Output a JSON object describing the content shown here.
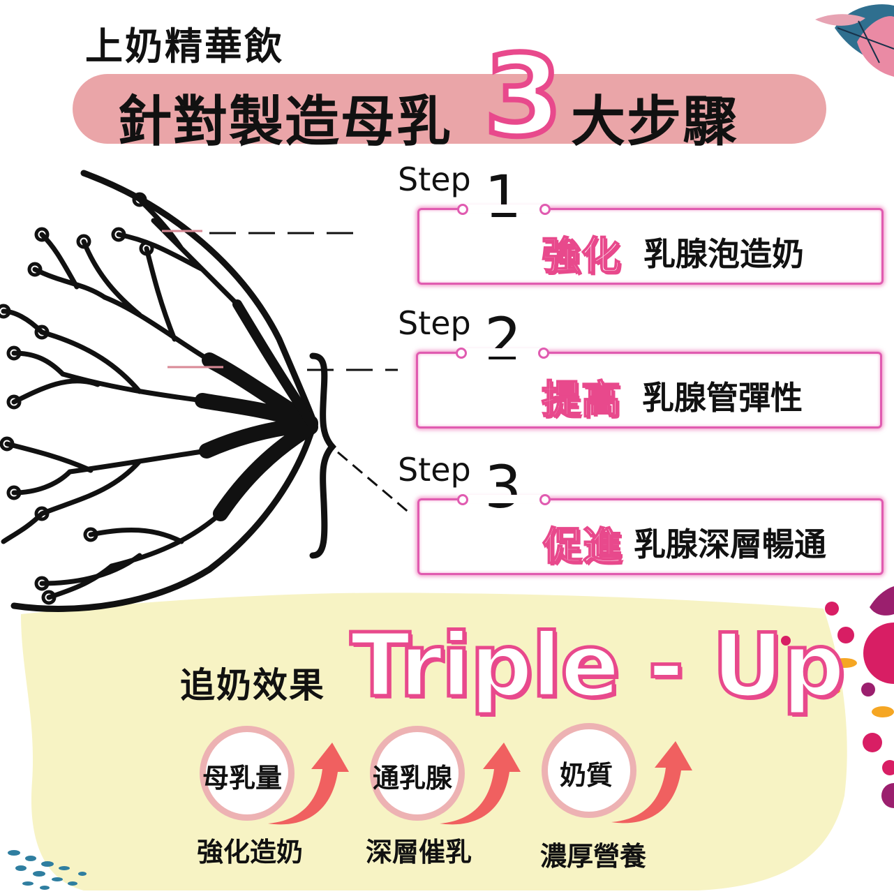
{
  "header": {
    "supertitle": "上奶精華飲",
    "title_main": "針對製造母乳",
    "title_number": "3",
    "title_suffix": "大步驟"
  },
  "steps": [
    {
      "label": "Step",
      "number": "1",
      "keyword": "強化",
      "description": "乳腺泡造奶"
    },
    {
      "label": "Step",
      "number": "2",
      "keyword": "提高",
      "description": "乳腺管彈性"
    },
    {
      "label": "Step",
      "number": "3",
      "keyword": "促進",
      "description": "乳腺深層暢通"
    }
  ],
  "effect": {
    "label": "追奶效果",
    "headline": "Triple - Up"
  },
  "benefits": [
    {
      "circle": "母乳量",
      "caption": "強化造奶"
    },
    {
      "circle": "通乳腺",
      "caption": "深層催乳"
    },
    {
      "circle": "奶質",
      "caption": "濃厚營養"
    }
  ],
  "colors": {
    "accent_pink": "#e8498c",
    "band_pink": "#eaa5a8",
    "circle_ring": "#edb2b3",
    "arrow_coral": "#f06060",
    "cream": "#f7f3c4",
    "dot_magenta": "#d81e64",
    "dot_purple": "#9b1f6e",
    "dot_orange": "#f5a623",
    "leaf_teal": "#2f6f8f"
  }
}
